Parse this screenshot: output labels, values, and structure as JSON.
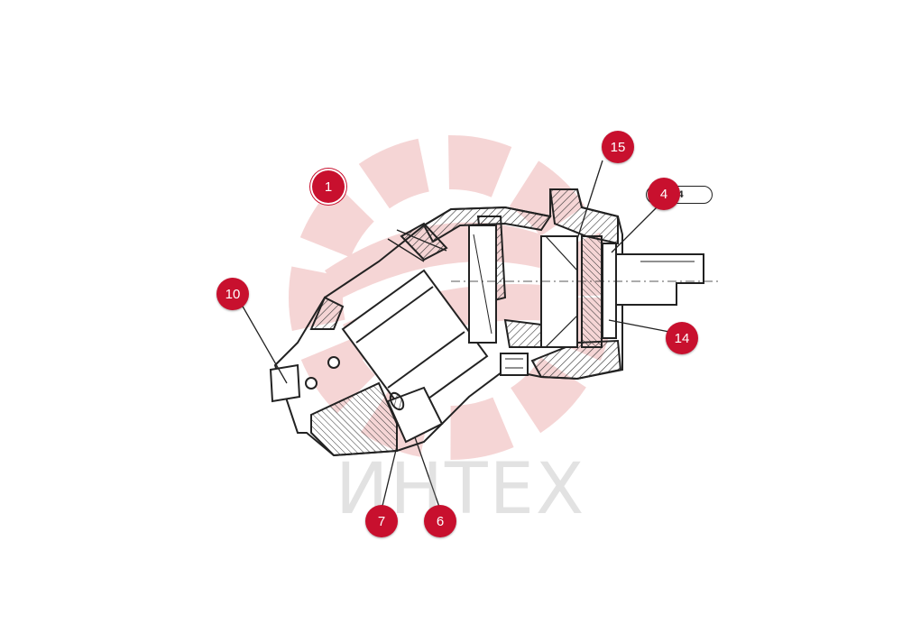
{
  "watermark": {
    "text": "ИНТЕХ",
    "color": "#e8a0a0"
  },
  "callouts": [
    {
      "id": "1",
      "label": "1"
    },
    {
      "id": "15",
      "label": "15"
    },
    {
      "id": "4",
      "label": "4"
    },
    {
      "id": "10",
      "label": "10"
    },
    {
      "id": "14",
      "label": "14"
    },
    {
      "id": "7",
      "label": "7"
    },
    {
      "id": "6",
      "label": "6"
    }
  ],
  "tag": {
    "label": ".4"
  },
  "colors": {
    "callout": "#c8102e",
    "ink": "#222222"
  }
}
